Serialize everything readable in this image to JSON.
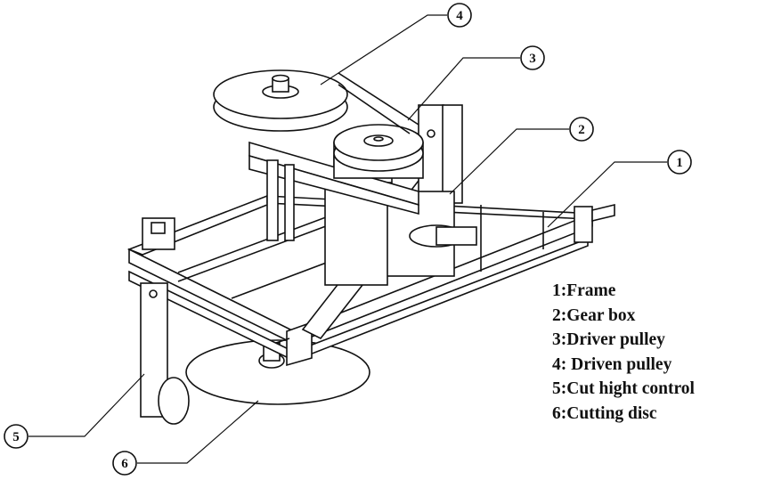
{
  "callouts": [
    {
      "number": "1",
      "part": "Frame"
    },
    {
      "number": "2",
      "part": "Gear box"
    },
    {
      "number": "3",
      "part": "Driver pulley"
    },
    {
      "number": "4",
      "part": "Driven pulley"
    },
    {
      "number": "5",
      "part": "Cut hight control"
    },
    {
      "number": "6",
      "part": "Cutting disc"
    }
  ],
  "legend": [
    "1:Frame",
    "2:Gear box",
    "3:Driver pulley",
    "4: Driven pulley",
    "5:Cut hight control",
    "6:Cutting disc"
  ]
}
